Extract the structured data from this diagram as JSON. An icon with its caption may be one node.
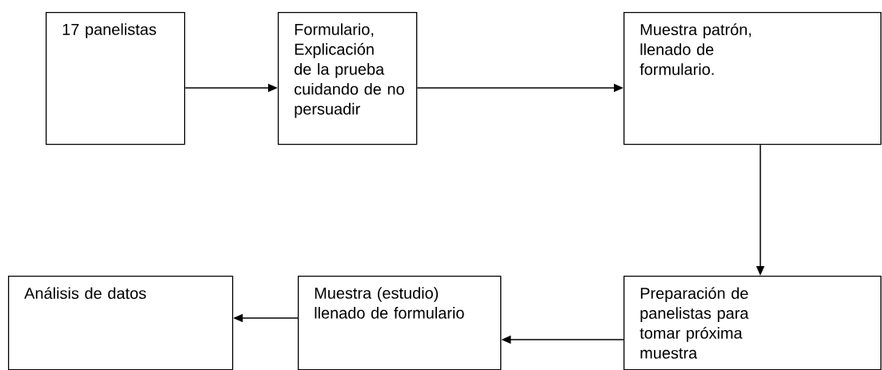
{
  "diagram": {
    "nodes": [
      {
        "text": [
          "17 panelistas"
        ]
      },
      {
        "text": [
          "Formulario, Explicación de la prueba cuidando de no persuadir"
        ]
      },
      {
        "text": [
          "Muestra patrón, llenado de formulario."
        ]
      },
      {
        "text": [
          "Análisis de datos"
        ]
      },
      {
        "text": [
          "Muestra (estudio) llenado de formulario"
        ]
      },
      {
        "text": [
          "Preparación de panelistas para tomar próxima muestra"
        ]
      }
    ],
    "edges": [
      {
        "from": 0,
        "to": 1,
        "arrow": "to"
      },
      {
        "from": 1,
        "to": 2,
        "arrow": "to"
      },
      {
        "from": 2,
        "to": 5,
        "arrow": "to"
      },
      {
        "from": 5,
        "to": 4,
        "arrow": "to"
      },
      {
        "from": 4,
        "to": 3,
        "arrow": "to"
      }
    ]
  }
}
